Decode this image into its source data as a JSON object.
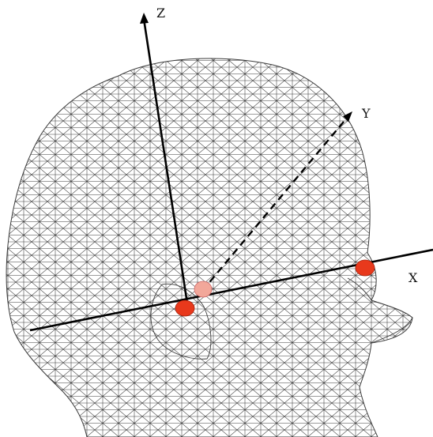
{
  "axes": {
    "x_label": "X",
    "y_label": "Y",
    "z_label": "Z"
  },
  "colors": {
    "mesh": "#3a3a3a",
    "axis": "#000000",
    "marker_fiducial": "#e8391c",
    "marker_origin": "#f2a79a"
  },
  "markers": [
    {
      "name": "left-preauricular-marker",
      "role": "fiducial"
    },
    {
      "name": "nasion-marker",
      "role": "fiducial"
    },
    {
      "name": "origin-marker",
      "role": "origin"
    }
  ]
}
